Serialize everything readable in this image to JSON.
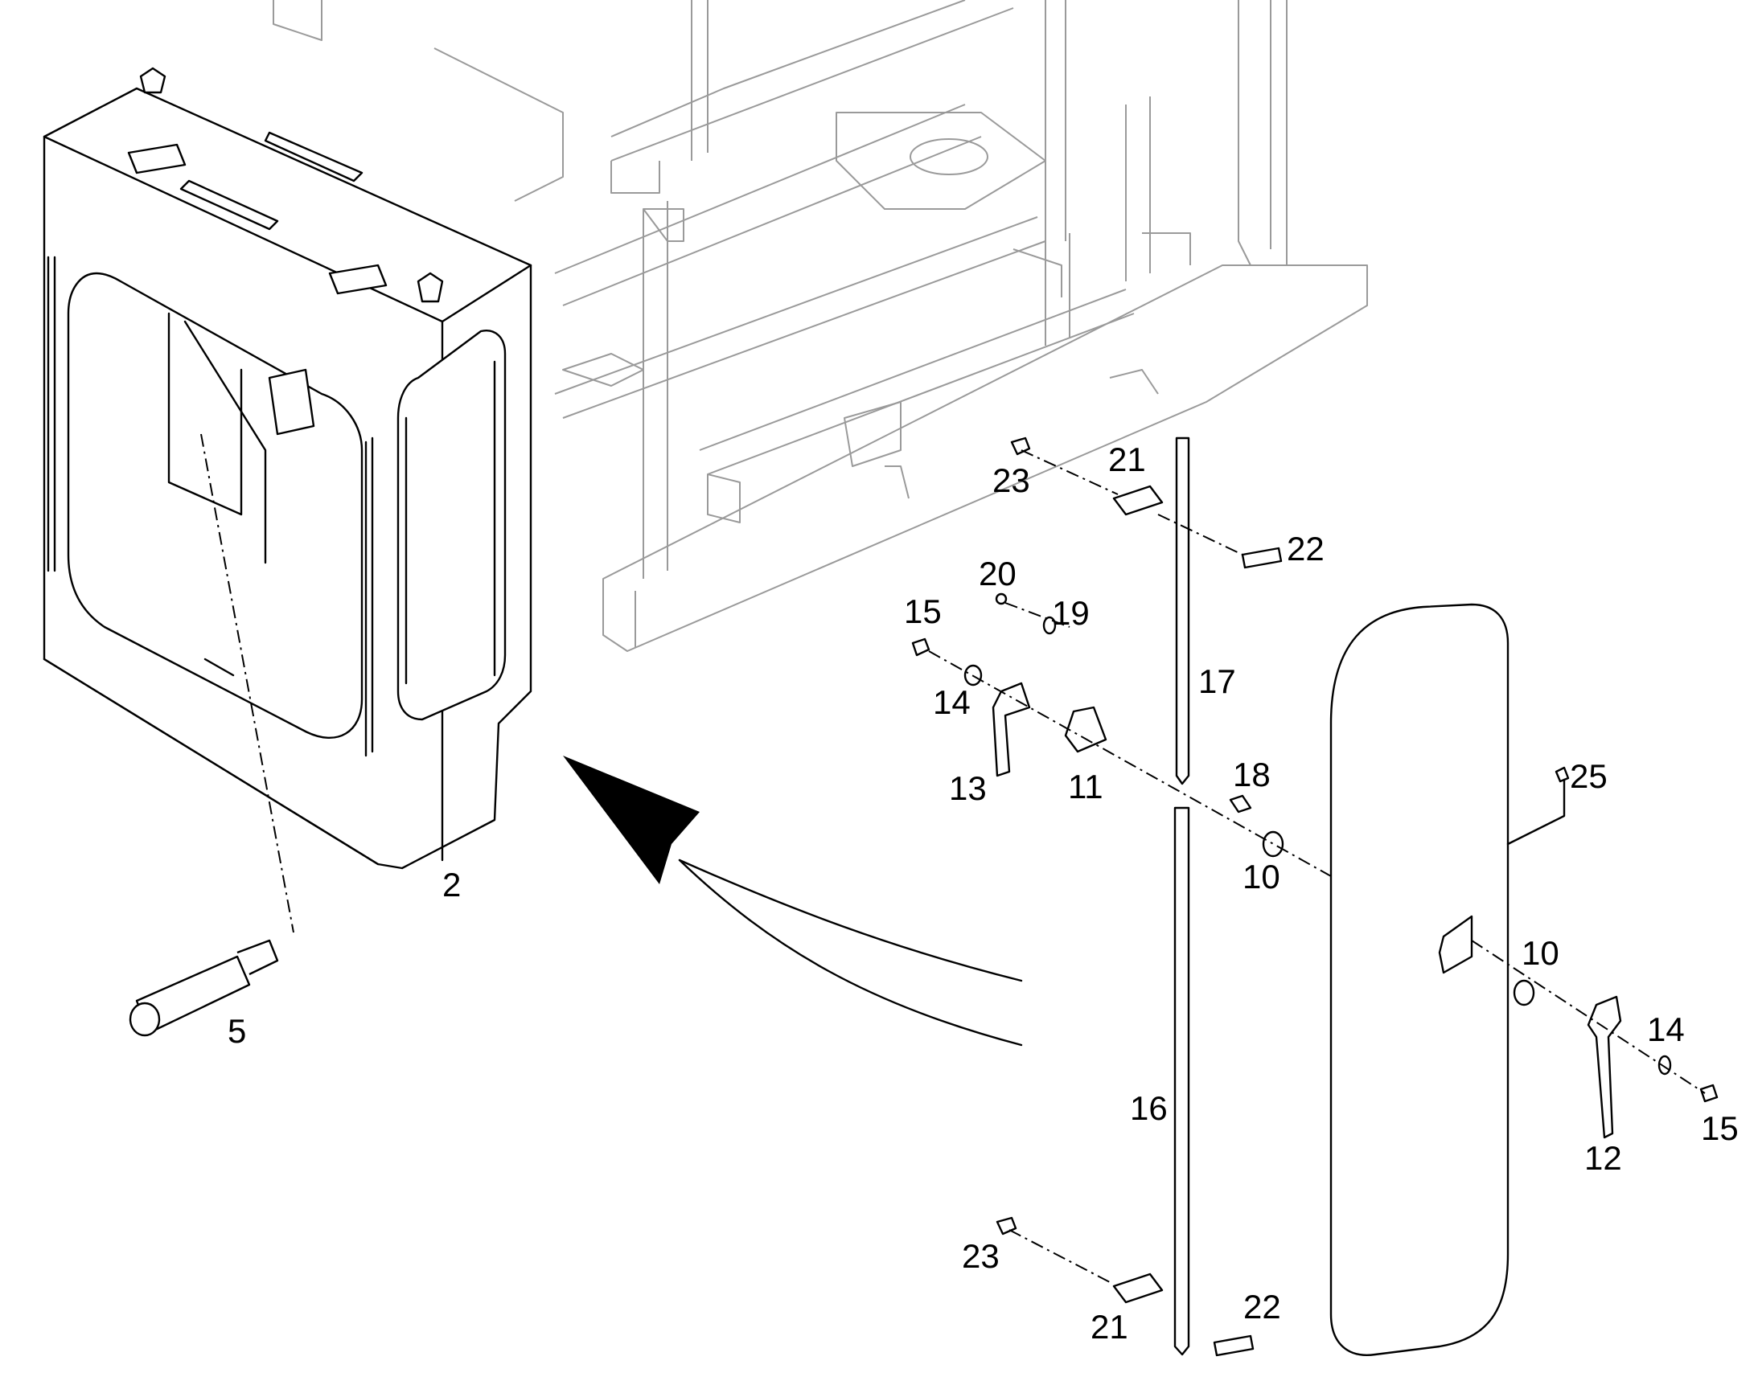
{
  "callouts": [
    {
      "id": "c2",
      "text": "2"
    },
    {
      "id": "c5",
      "text": "5"
    },
    {
      "id": "c10a",
      "text": "10"
    },
    {
      "id": "c10b",
      "text": "10"
    },
    {
      "id": "c11",
      "text": "11"
    },
    {
      "id": "c12",
      "text": "12"
    },
    {
      "id": "c13",
      "text": "13"
    },
    {
      "id": "c14a",
      "text": "14"
    },
    {
      "id": "c14b",
      "text": "14"
    },
    {
      "id": "c15a",
      "text": "15"
    },
    {
      "id": "c15b",
      "text": "15"
    },
    {
      "id": "c16",
      "text": "16"
    },
    {
      "id": "c17",
      "text": "17"
    },
    {
      "id": "c18",
      "text": "18"
    },
    {
      "id": "c19",
      "text": "19"
    },
    {
      "id": "c20",
      "text": "20"
    },
    {
      "id": "c21a",
      "text": "21"
    },
    {
      "id": "c21b",
      "text": "21"
    },
    {
      "id": "c22a",
      "text": "22"
    },
    {
      "id": "c22b",
      "text": "22"
    },
    {
      "id": "c23a",
      "text": "23"
    },
    {
      "id": "c23b",
      "text": "23"
    },
    {
      "id": "c25",
      "text": "25"
    }
  ]
}
